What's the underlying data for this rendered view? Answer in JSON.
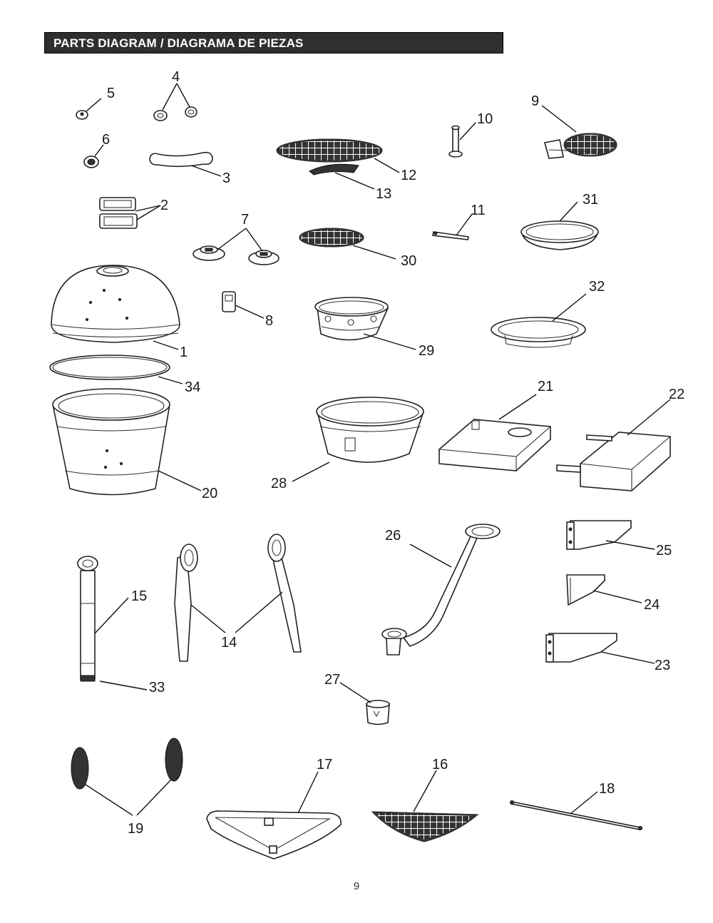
{
  "header": {
    "title": "PARTS DIAGRAM / DIAGRAMA DE PIEZAS"
  },
  "page_number": "9",
  "part_labels": {
    "p1": "1",
    "p2": "2",
    "p3": "3",
    "p4": "4",
    "p5": "5",
    "p6": "6",
    "p7": "7",
    "p8": "8",
    "p9": "9",
    "p10": "10",
    "p11": "11",
    "p12": "12",
    "p13": "13",
    "p14": "14",
    "p15": "15",
    "p16": "16",
    "p17": "17",
    "p18": "18",
    "p19": "19",
    "p20": "20",
    "p21": "21",
    "p22": "22",
    "p23": "23",
    "p24": "24",
    "p25": "25",
    "p26": "26",
    "p27": "27",
    "p28": "28",
    "p29": "29",
    "p30": "30",
    "p31": "31",
    "p32": "32",
    "p33": "33",
    "p34": "34"
  }
}
